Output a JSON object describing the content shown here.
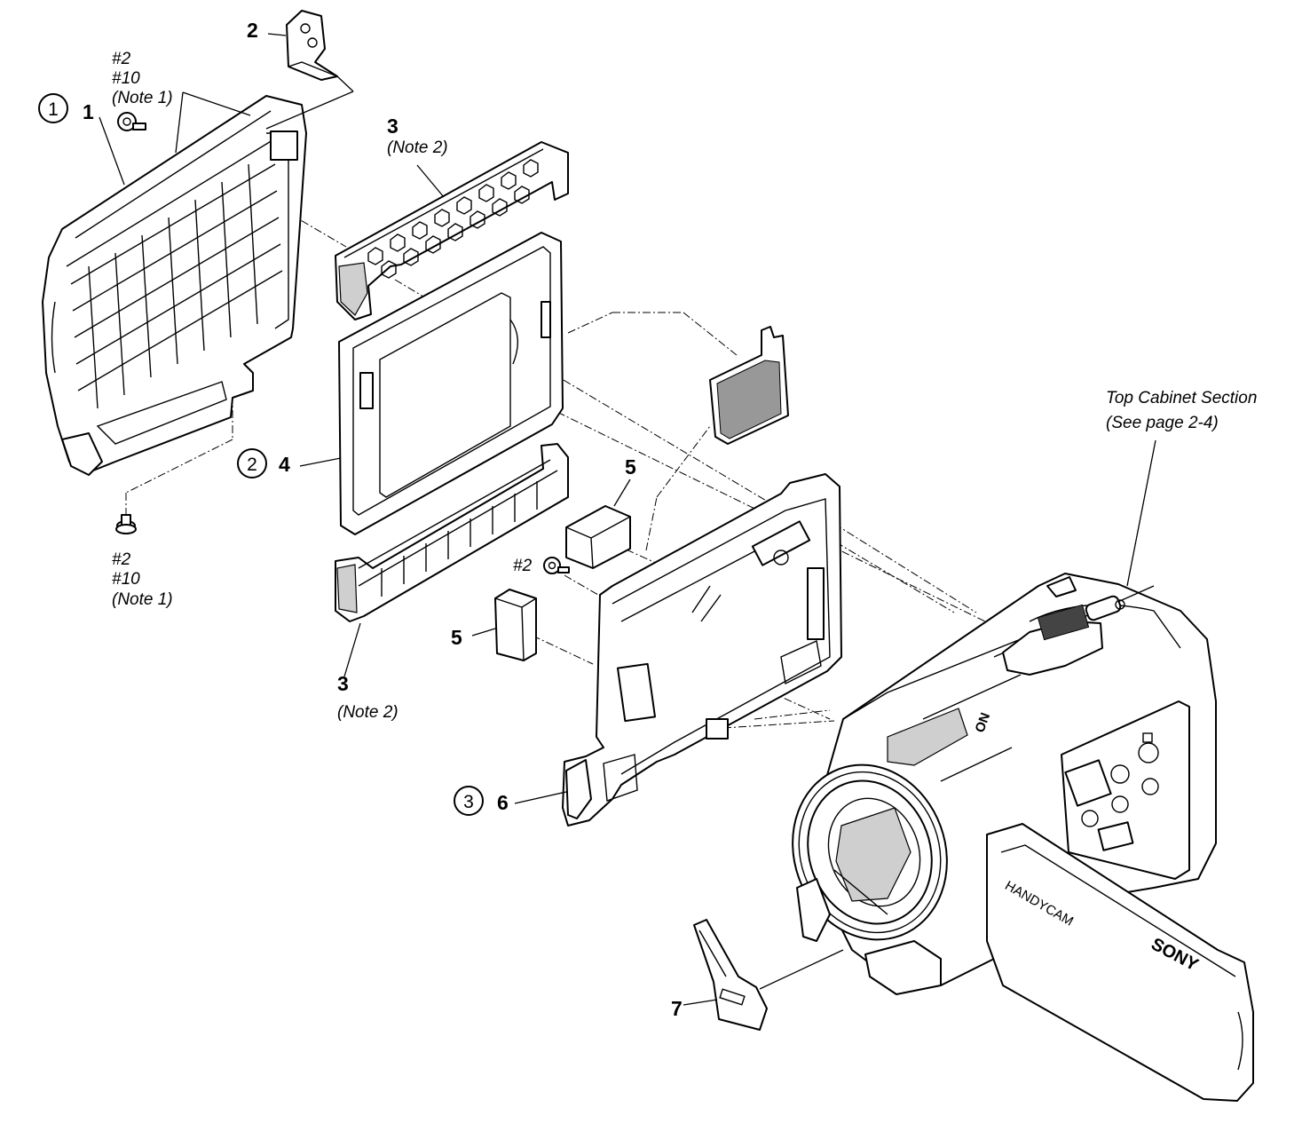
{
  "labels": {
    "part_1": "1",
    "part_2": "2",
    "part_3_top": "3",
    "part_3_bottom": "3",
    "part_4": "4",
    "part_5_top": "5",
    "part_5_left": "5",
    "part_6": "6",
    "part_7": "7",
    "circle_1": "1",
    "circle_2": "2",
    "circle_3": "3"
  },
  "notes": {
    "screw_top": [
      "#2",
      "#10",
      "(Note 1)"
    ],
    "screw_bottom": [
      "#2",
      "#10",
      "(Note 1)"
    ],
    "note2_top": "(Note 2)",
    "note2_bottom": "(Note 2)",
    "screw_mid": "#2",
    "top_cabinet": [
      "Top Cabinet Section",
      "(See page 2-4)"
    ]
  },
  "camera_printing": {
    "brand": "SONY",
    "model": "HANDYCAM"
  }
}
